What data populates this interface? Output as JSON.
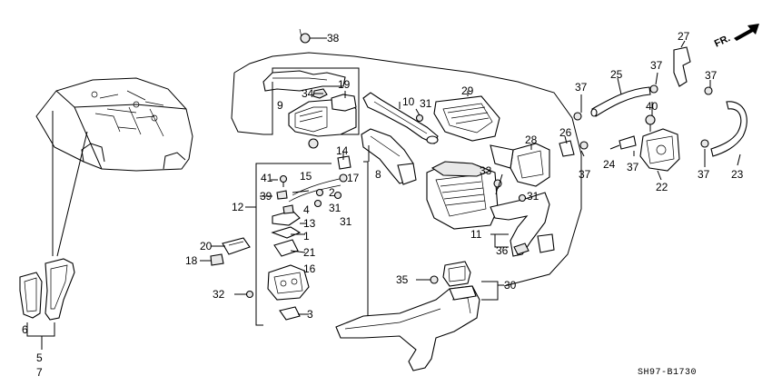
{
  "diagram": {
    "code": "SH97-B1730",
    "direction_label": "FR.",
    "callouts": {
      "c1": "1",
      "c2": "2",
      "c3": "3",
      "c4": "4",
      "c5": "5",
      "c6": "6",
      "c7": "7",
      "c8": "8",
      "c9": "9",
      "c10": "10",
      "c11": "11",
      "c12": "12",
      "c13": "13",
      "c14": "14",
      "c15": "15",
      "c16": "16",
      "c17": "17",
      "c18": "18",
      "c19": "19",
      "c20": "20",
      "c21": "21",
      "c22": "22",
      "c23": "23",
      "c24": "24",
      "c25": "25",
      "c26": "26",
      "c27": "27",
      "c28": "28",
      "c29": "29",
      "c30": "30",
      "c31a": "31",
      "c31b": "31",
      "c31c": "31",
      "c32": "32",
      "c33": "33",
      "c34": "34",
      "c35": "35",
      "c36": "36",
      "c37a": "37",
      "c37b": "37",
      "c37c": "37",
      "c37d": "37",
      "c37e": "37",
      "c38": "38",
      "c39": "39",
      "c40": "40",
      "c41": "41"
    }
  }
}
